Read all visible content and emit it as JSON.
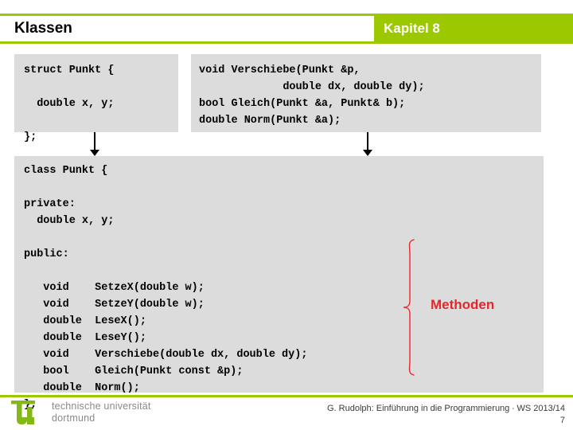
{
  "header": {
    "title": "Klassen",
    "chapter": "Kapitel 8",
    "green": "#9CC800"
  },
  "code_blocks": {
    "struct_block": "struct Punkt {\n\n  double x, y;\n\n};",
    "functions_block": "void Verschiebe(Punkt &p,\n             double dx, double dy);\nbool Gleich(Punkt &a, Punkt& b);\ndouble Norm(Punkt &a);",
    "class_block": "class Punkt {\n\nprivate:\n  double x, y;\n\npublic:\n\n   void    SetzeX(double w);\n   void    SetzeY(double w);\n   double  LeseX();\n   double  LeseY();\n   void    Verschiebe(double dx, double dy);\n   bool    Gleich(Punkt const &p);\n   double  Norm();\n};"
  },
  "annotation": {
    "methoden_label": "Methoden",
    "red": "#E8252A"
  },
  "footer": {
    "logo_mark": "tu",
    "logo_line1": "technische universität",
    "logo_line2": "dortmund",
    "credit": "G. Rudolph: Einführung in die Programmierung ∙ WS 2013/14",
    "page_number": "7"
  }
}
